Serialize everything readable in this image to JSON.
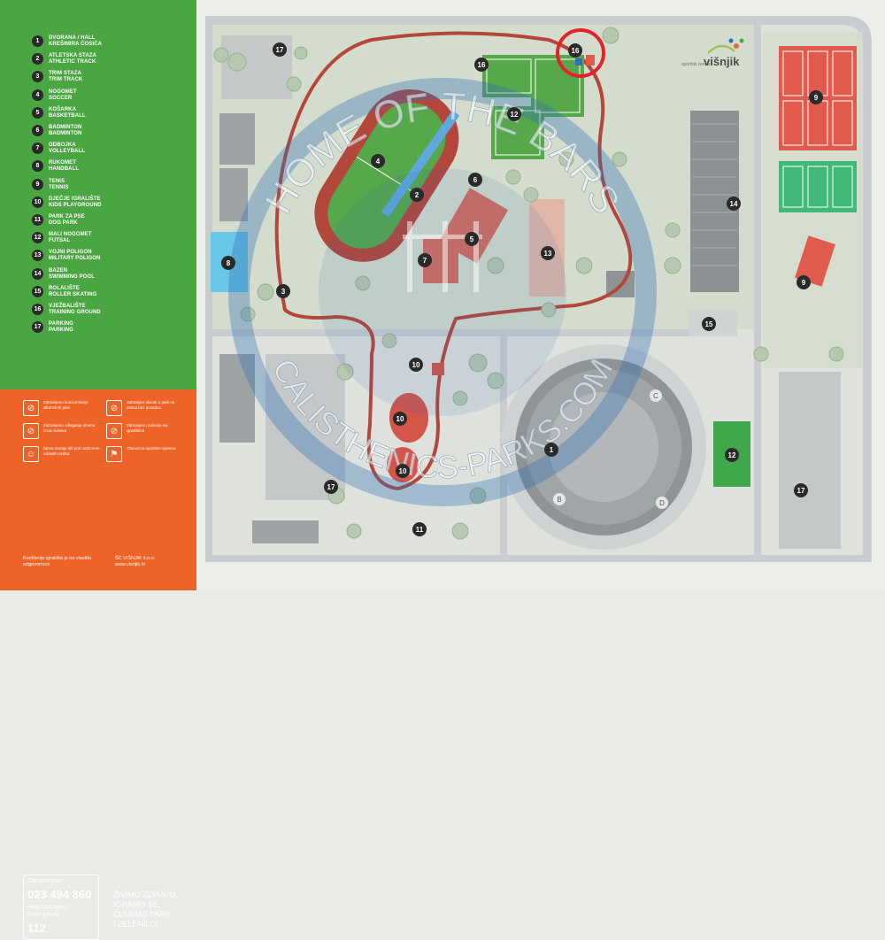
{
  "legend": [
    {
      "num": "1",
      "line1": "DVORANA / HALL",
      "line2": "KREŠIMIRA ĆOSIĆA"
    },
    {
      "num": "2",
      "line1": "ATLETSKA STAZA",
      "line2": "ATHLETIC TRACK"
    },
    {
      "num": "3",
      "line1": "TRIM STAZA",
      "line2": "TRIM TRACK"
    },
    {
      "num": "4",
      "line1": "NOGOMET",
      "line2": "SOCCER"
    },
    {
      "num": "5",
      "line1": "KOŠARKA",
      "line2": "BASKETBALL"
    },
    {
      "num": "6",
      "line1": "BADMINTON",
      "line2": "BADMINTON"
    },
    {
      "num": "7",
      "line1": "ODBOJKA",
      "line2": "VOLLEYBALL"
    },
    {
      "num": "8",
      "line1": "RUKOMET",
      "line2": "HANDBALL"
    },
    {
      "num": "9",
      "line1": "TENIS",
      "line2": "TENNIS"
    },
    {
      "num": "10",
      "line1": "DJEČJE IGRALIŠTE",
      "line2": "KIDS PLAYGROUND"
    },
    {
      "num": "11",
      "line1": "PARK ZA PSE",
      "line2": "DOG PARK"
    },
    {
      "num": "12",
      "line1": "MALI NOGOMET",
      "line2": "FUTSAL"
    },
    {
      "num": "13",
      "line1": "VOJNI POLIGON",
      "line2": "MILITARY POLIGON"
    },
    {
      "num": "14",
      "line1": "BAZEN",
      "line2": "SWIMMING POOL"
    },
    {
      "num": "15",
      "line1": "ROLALIŠTE",
      "line2": "ROLLER SKATING"
    },
    {
      "num": "16",
      "line1": "VJEŽBALIŠTE",
      "line2": "TRAINING GROUND"
    },
    {
      "num": "17",
      "line1": "PARKING",
      "line2": "PARKING"
    }
  ],
  "rules": [
    {
      "icon": "no-alcohol-icon",
      "glyph": "⊘",
      "text": "Zabranjeno konzumiranje alkoholnih pića"
    },
    {
      "icon": "no-dogs-icon",
      "glyph": "⊘",
      "text": "Zabranjen ulazak u park sa psima bez povodca"
    },
    {
      "icon": "no-litter-icon",
      "glyph": "⊘",
      "text": "Zabranjeno odlaganje smeća izvan koševa"
    },
    {
      "icon": "no-smoking-icon",
      "glyph": "⊘",
      "text": "Zabranjeno pušenje na igralištima"
    },
    {
      "icon": "child-supervision-icon",
      "glyph": "☺",
      "text": "Djeca moraju biti pod nadzorom odraslih osoba"
    },
    {
      "icon": "sport-shoes-icon",
      "glyph": "⚑",
      "text": "Obavezna sportska oprema"
    }
  ],
  "contact": {
    "label_phone": "Odražavanje:",
    "phone": "023 494 860",
    "label_emergency": "Hitni slučajevi / Emergency:",
    "emergency": "112"
  },
  "slogan": [
    "ŽIVIMO ZDRAVO,",
    "IGRAMO SE,",
    "ČUVAMO PARK",
    "I ZELENILO!"
  ],
  "footnote": "Korištenje igrališta je na vlastitu odgovornost",
  "company": [
    "ŠC VIŠNJIK d.o.o.",
    "www.visnjik.hr"
  ],
  "logo": {
    "small": "sportski centar",
    "name": "višnjik"
  },
  "watermark": {
    "top": "HOME OF THE BARS",
    "bottom": "CALISTHENICS-PARKS.COM"
  },
  "markers": [
    "17",
    "16",
    "16",
    "12",
    "4",
    "2",
    "6",
    "5",
    "7",
    "13",
    "8",
    "3",
    "14",
    "9",
    "9",
    "15",
    "10",
    "10",
    "10",
    "1",
    "12",
    "17",
    "17",
    "11"
  ],
  "stadium_entrances": [
    "C",
    "B",
    "D"
  ],
  "colors": {
    "legend_bg": "#4aa640",
    "rules_bg": "#ee6327",
    "track": "#b4473c",
    "field": "#56a84a",
    "highlight": "#e2232a",
    "watermark": "#2f6fb5"
  }
}
